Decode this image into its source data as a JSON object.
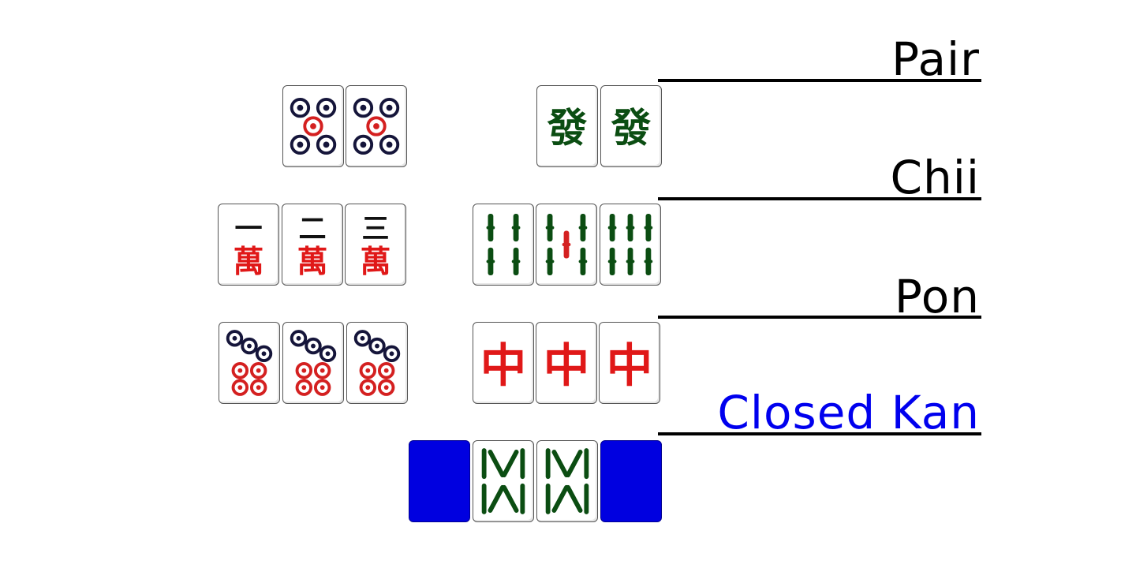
{
  "labels": {
    "pair": "Pair",
    "chii": "Chii",
    "pon": "Pon",
    "closed_kan": "Closed Kan"
  },
  "colors": {
    "label_black": "#000000",
    "label_blue": "#0000ee",
    "tile_back": "#0000e0",
    "circle_dark": "#15153a",
    "circle_red": "#d42020",
    "bamboo_green": "#0b4d12",
    "character_red": "#e01818"
  },
  "rows": [
    {
      "name": "pair",
      "left_group": [
        "5-circles",
        "5-circles"
      ],
      "right_group": [
        "green-dragon",
        "green-dragon"
      ]
    },
    {
      "name": "chii",
      "left_group": [
        "1-characters",
        "2-characters",
        "3-characters"
      ],
      "right_group": [
        "4-bamboo",
        "5-bamboo",
        "6-bamboo"
      ]
    },
    {
      "name": "pon",
      "left_group": [
        "7-circles",
        "7-circles",
        "7-circles"
      ],
      "right_group": [
        "red-dragon",
        "red-dragon",
        "red-dragon"
      ]
    },
    {
      "name": "closed_kan",
      "group": [
        "tile-back",
        "8-bamboo",
        "8-bamboo",
        "tile-back"
      ]
    }
  ],
  "glyphs": {
    "green_dragon": "發",
    "red_dragon": "中",
    "wan": "萬",
    "one": "一",
    "two": "二",
    "three": "三"
  }
}
